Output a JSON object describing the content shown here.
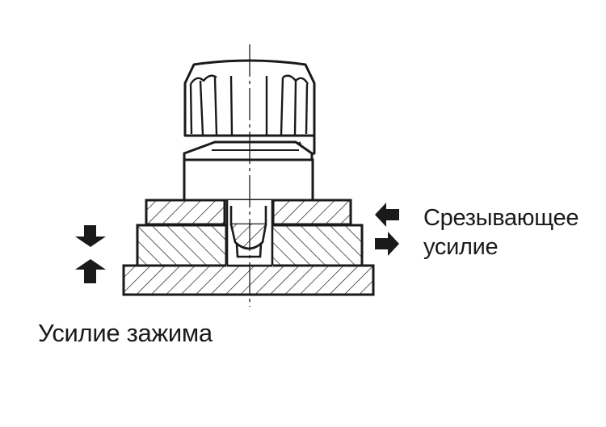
{
  "labels": {
    "shear_force_line1": "Срезывающее",
    "shear_force_line2": "усилие",
    "clamping_force": "Усилие зажима"
  },
  "colors": {
    "stroke": "#1a1a1a",
    "background": "#ffffff"
  },
  "icons": {
    "clamp_arrows": [
      "arrow-down-icon",
      "arrow-up-icon"
    ],
    "shear_arrows": [
      "arrow-left-icon",
      "arrow-right-icon"
    ]
  }
}
